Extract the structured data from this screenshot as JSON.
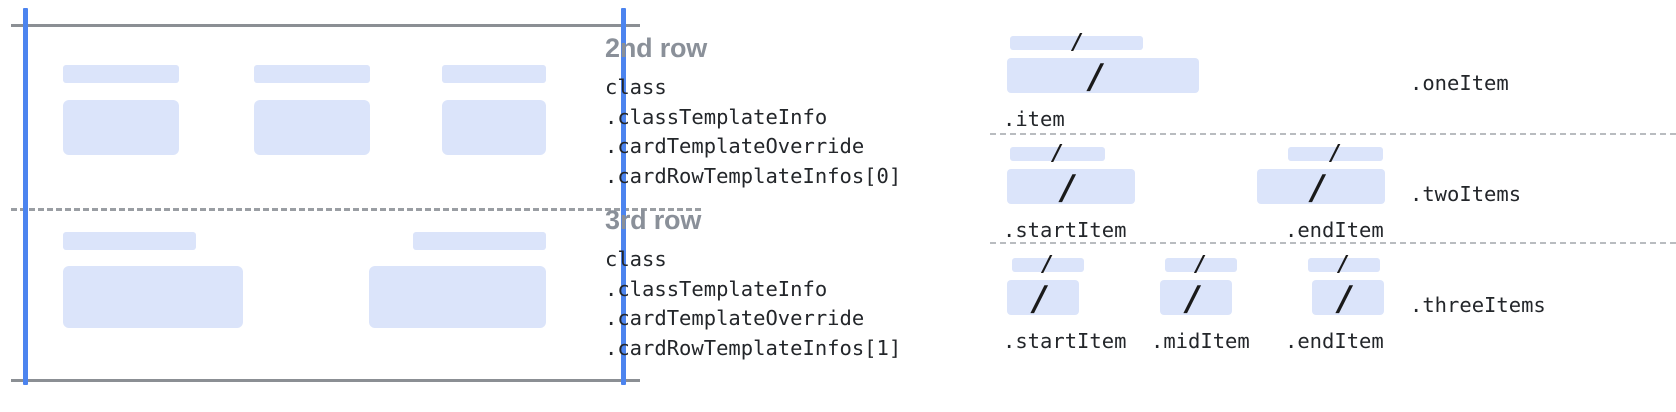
{
  "left_panel": {
    "guides": {
      "accent_color": "#4c84ef",
      "rule_color": "#8b8f94",
      "dash_color": "#9a9ea3"
    },
    "chip_color": "#dbe4fa"
  },
  "rows": [
    {
      "title": "2nd row",
      "code": "class\n.classTemplateInfo\n.cardTemplateOverride\n.cardRowTemplateInfos[0]"
    },
    {
      "title": "3rd row",
      "code": "class\n.classTemplateInfo\n.cardTemplateOverride\n.cardRowTemplateInfos[1]"
    }
  ],
  "variants": [
    {
      "name": ".oneItem",
      "item_labels": [
        ".item"
      ]
    },
    {
      "name": ".twoItems",
      "item_labels": [
        ".startItem",
        ".endItem"
      ]
    },
    {
      "name": ".threeItems",
      "item_labels": [
        ".startItem",
        ".midItem",
        ".endItem"
      ]
    }
  ],
  "glyphs": {
    "slash": "/"
  }
}
